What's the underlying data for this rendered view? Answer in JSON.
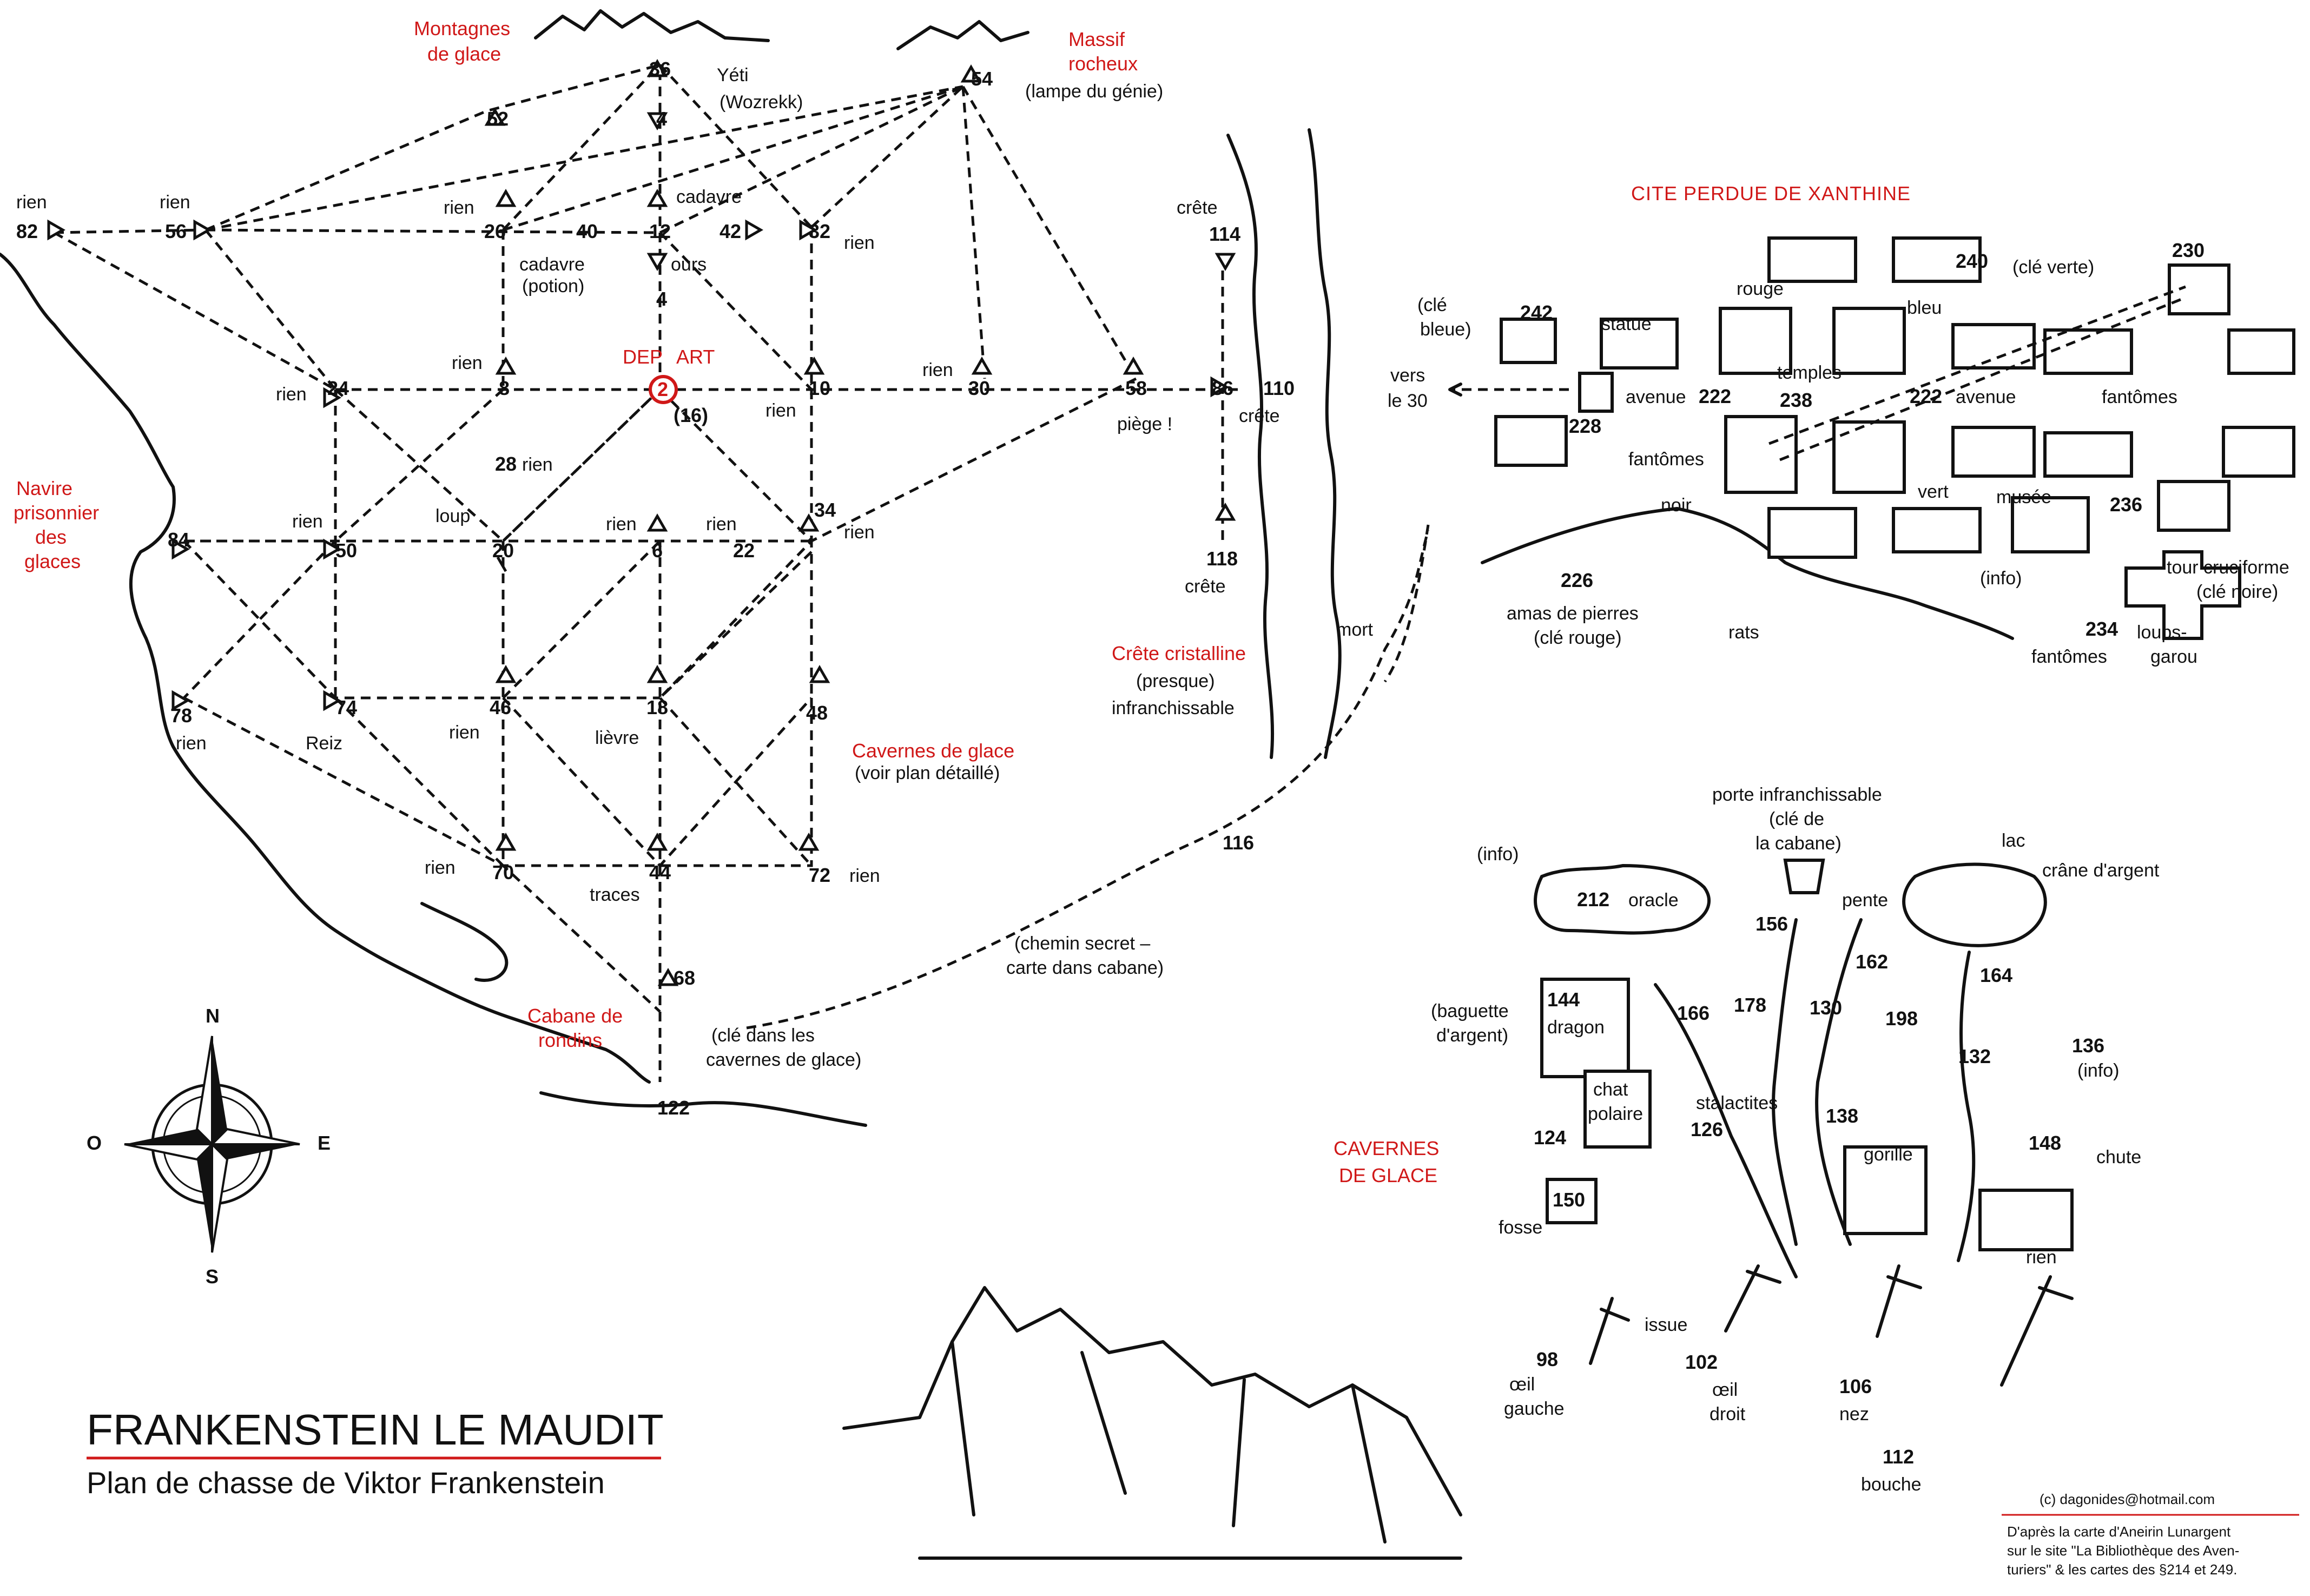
{
  "title": "FRANKENSTEIN LE MAUDIT",
  "subtitle": "Plan de chasse de Viktor Frankenstein",
  "credit": {
    "email": "(c) dagonides@hotmail.com",
    "line1": "D'après la carte d'Aneirin Lunargent",
    "line2": "sur le site \"La Bibliothèque des Aven-",
    "line3": "turiers\" & les cartes des §214 et 249."
  },
  "compass": {
    "n": "N",
    "s": "S",
    "e": "E",
    "w": "O"
  },
  "regions": {
    "mountains": [
      "Montagnes",
      "de glace"
    ],
    "massif": [
      "Massif",
      "rocheux"
    ],
    "ship": [
      "Navire",
      "prisonnier",
      "des",
      "glaces"
    ],
    "cabin": [
      "Cabane de",
      "rondins"
    ],
    "caverns": "Cavernes de glace",
    "ridge": "Crête cristalline",
    "city": "CITE PERDUE DE XANTHINE",
    "ice_caves": [
      "CAVERNES",
      "DE GLACE"
    ]
  },
  "start": {
    "top": "DEP",
    "top2": "ART",
    "num": "2",
    "alt": "(16)"
  },
  "nodes": {
    "n36": "36",
    "n52": "52",
    "n54": "54",
    "n4a": "4",
    "n82": "82",
    "n56": "56",
    "n26": "26",
    "n40": "40",
    "n12": "12",
    "n42": "42",
    "n32": "32",
    "n4b": "4",
    "n24": "24",
    "n8": "8",
    "n10": "10",
    "n30": "30",
    "n58": "58",
    "n86": "86",
    "n110": "110",
    "n114": "114",
    "n118": "118",
    "n28": "28",
    "n84": "84",
    "n50": "50",
    "n20": "20",
    "n6": "6",
    "n22": "22",
    "n34": "34",
    "n78": "78",
    "n74": "74",
    "n46": "46",
    "n18": "18",
    "n48": "48",
    "n70": "70",
    "n44": "44",
    "n72": "72",
    "n68": "68",
    "n122": "122",
    "n116": "116"
  },
  "labels": {
    "yeti": "Yéti",
    "wozrekk": "(Wozrekk)",
    "lampe": "(lampe du génie)",
    "rien": "rien",
    "cadavre": "cadavre",
    "ours": "ours",
    "potion": "(potion)",
    "crete": "crête",
    "piege": "piège !",
    "loup": "loup",
    "lievre": "lièvre",
    "reiz": "Reiz",
    "traces": "traces",
    "voir_plan": "(voir plan détaillé)",
    "presque": "(presque)",
    "infranch": "infranchissable",
    "chemin1": "(chemin secret –",
    "chemin2": "carte dans cabane)",
    "cle_cab1": "(clé dans les",
    "cle_cab2": "cavernes de glace)",
    "mort": "mort"
  },
  "city": {
    "vers1": "vers",
    "vers2": "le 30",
    "cle_bleue1": "(clé",
    "cle_bleue2": "bleue)",
    "n242": "242",
    "statue": "statue",
    "n228": "228",
    "avenue": "avenue",
    "n222": "222",
    "rouge": "rouge",
    "bleu": "bleu",
    "temples": "temples",
    "n238": "238",
    "fantomes": "fantômes",
    "noir": "noir",
    "vert": "vert",
    "n240": "240",
    "cle_verte": "(clé verte)",
    "n230": "230",
    "musee": "musée",
    "n236": "236",
    "info": "(info)",
    "tour1": "tour cruciforme",
    "tour2": "(clé noire)",
    "n234": "234",
    "loups1": "loups-",
    "loups2": "garou",
    "n226": "226",
    "amas1": "amas de pierres",
    "amas2": "(clé rouge)",
    "rats": "rats"
  },
  "caves": {
    "porte1": "porte  infranchissable",
    "porte2": "(clé de",
    "porte3": "la cabane)",
    "info": "(info)",
    "n212": "212",
    "oracle": "oracle",
    "n156": "156",
    "pente": "pente",
    "n162": "162",
    "lac": "lac",
    "crane": "crâne d'argent",
    "n164": "164",
    "n144": "144",
    "dragon": "dragon",
    "baguette1": "(baguette",
    "baguette2": "d'argent)",
    "n166": "166",
    "n178": "178",
    "n130": "130",
    "n198": "198",
    "n132": "132",
    "n136": "136",
    "info2": "(info)",
    "chat1": "chat",
    "chat2": "polaire",
    "stalac": "stalactites",
    "n124": "124",
    "n126": "126",
    "n138": "138",
    "gorille": "gorille",
    "n148": "148",
    "chute": "chute",
    "n150": "150",
    "fosse": "fosse",
    "issue": "issue",
    "rien": "rien",
    "n98": "98",
    "oeil_g1": "œil",
    "oeil_g2": "gauche",
    "n102": "102",
    "oeil_d1": "œil",
    "oeil_d2": "droit",
    "n106": "106",
    "nez": "nez",
    "n112": "112",
    "bouche": "bouche"
  }
}
